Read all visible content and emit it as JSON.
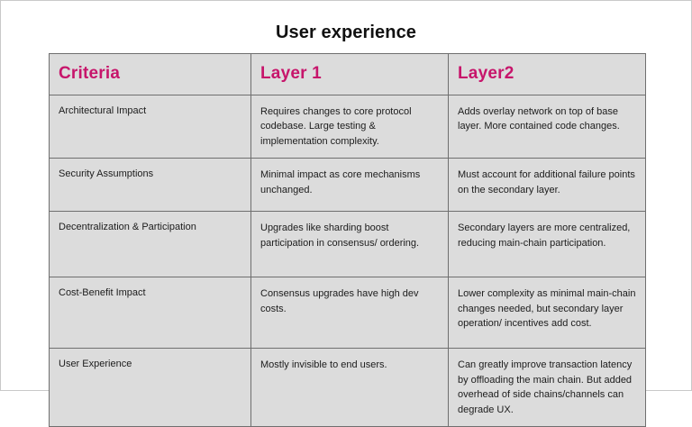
{
  "page": {
    "title": "User experience",
    "accent_color": "#c7156b",
    "cell_bg": "#dcdcdc",
    "border_color": "#6f6f6f",
    "text_color": "#1c1c1c",
    "background": "#ffffff"
  },
  "table": {
    "headers": [
      "Criteria",
      "Layer 1",
      "Layer2"
    ],
    "rows": [
      {
        "criteria": "Architectural Impact",
        "layer1": "Requires changes to core protocol codebase. Large testing & implementation complexity.",
        "layer2": "Adds overlay network on top of base layer. More contained code changes."
      },
      {
        "criteria": "Security Assumptions",
        "layer1": "Minimal impact as core mechanisms unchanged.",
        "layer2": "Must account for additional failure points on the secondary layer."
      },
      {
        "criteria": "Decentralization & Participation",
        "layer1": "Upgrades like sharding boost participation in consensus/ ordering.",
        "layer2": "Secondary layers are more centralized, reducing main-chain participation."
      },
      {
        "criteria": "Cost-Benefit Impact",
        "layer1": "Consensus upgrades have high dev costs.",
        "layer2": "Lower complexity as minimal main-chain changes needed, but secondary layer operation/ incentives add cost."
      },
      {
        "criteria": "User Experience",
        "layer1": "Mostly invisible to end users.",
        "layer2": "Can greatly improve transaction latency by offloading the main chain. But added overhead of side chains/channels can degrade UX."
      }
    ]
  }
}
